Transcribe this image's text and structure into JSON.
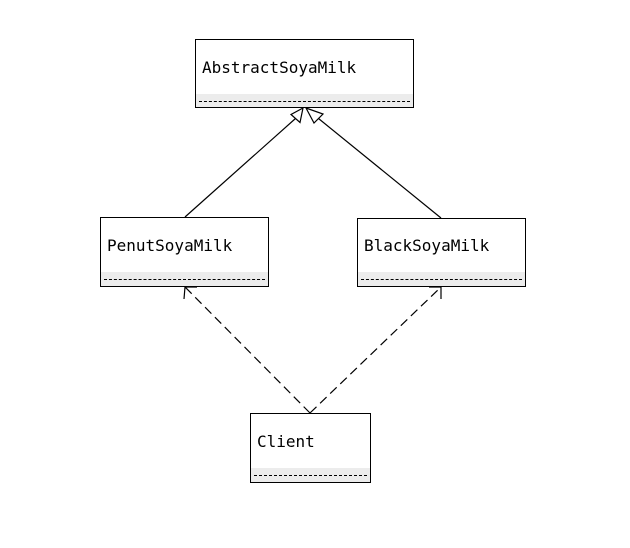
{
  "diagram": {
    "classes": {
      "abstract": {
        "name": "AbstractSoyaMilk"
      },
      "penut": {
        "name": "PenutSoyaMilk"
      },
      "black": {
        "name": "BlackSoyaMilk"
      },
      "client": {
        "name": "Client"
      }
    },
    "relations": [
      {
        "type": "generalization",
        "from": "PenutSoyaMilk",
        "to": "AbstractSoyaMilk"
      },
      {
        "type": "generalization",
        "from": "BlackSoyaMilk",
        "to": "AbstractSoyaMilk"
      },
      {
        "type": "dependency",
        "from": "Client",
        "to": "PenutSoyaMilk"
      },
      {
        "type": "dependency",
        "from": "Client",
        "to": "BlackSoyaMilk"
      }
    ],
    "colors": {
      "line": "#000000",
      "box_fill": "#ffffff",
      "section_fill": "#ececec"
    }
  }
}
